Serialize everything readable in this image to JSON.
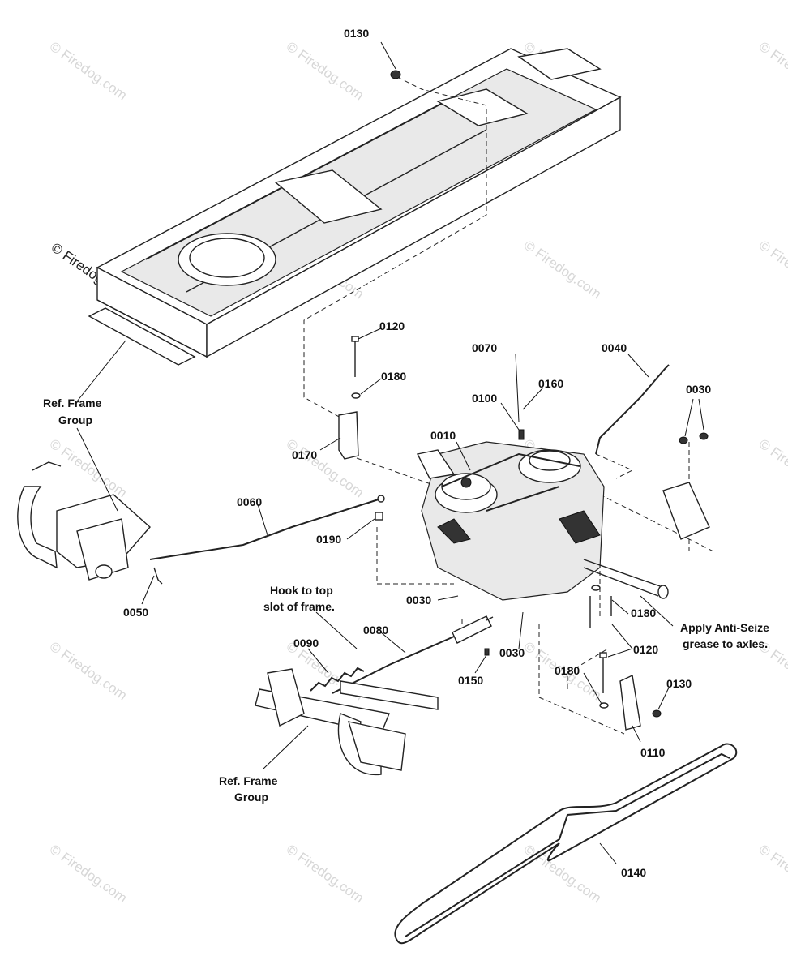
{
  "watermark": {
    "text": "© Firedog.com"
  },
  "part_labels": {
    "p0130_top": "0130",
    "p0120_upper": "0120",
    "p0180_upper": "0180",
    "p0070": "0070",
    "p0040": "0040",
    "p0100": "0100",
    "p0160": "0160",
    "p0030_right": "0030",
    "p0010": "0010",
    "p0170": "0170",
    "p0060": "0060",
    "p0190": "0190",
    "p0050": "0050",
    "p0030_mid": "0030",
    "p0030_lower": "0030",
    "p0180_right": "0180",
    "p0120_lower": "0120",
    "p0090": "0090",
    "p0080": "0080",
    "p0150": "0150",
    "p0180_lower": "0180",
    "p0130_lower": "0130",
    "p0110": "0110",
    "p0140": "0140"
  },
  "notes": {
    "ref_frame_upper_line1": "Ref. Frame",
    "ref_frame_upper_line2": "Group",
    "hook_line1": "Hook to top",
    "hook_line2": "slot of frame.",
    "ref_frame_lower_line1": "Ref. Frame",
    "ref_frame_lower_line2": "Group",
    "anti_seize_line1": "Apply Anti-Seize",
    "anti_seize_line2": "grease to axles."
  }
}
